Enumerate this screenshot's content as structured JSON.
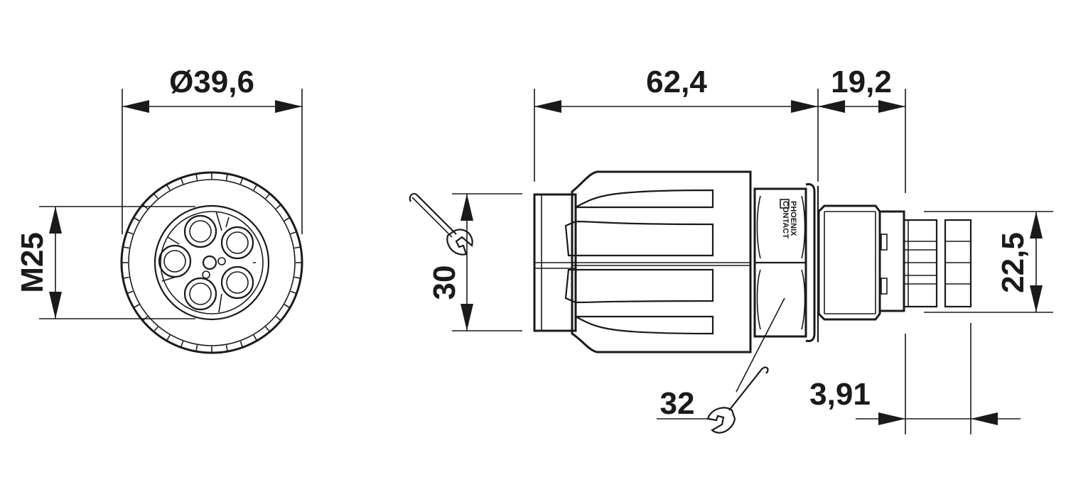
{
  "dimensions": {
    "diameter": "Ø39,6",
    "thread": "M25",
    "length_main": "62,4",
    "length_front": "19,2",
    "height": "30",
    "width_front": "22,5",
    "wrench_size": "32",
    "thread_offset": "3,91"
  },
  "brand": {
    "line1": "PHOENIX",
    "line2": "CONTACT"
  }
}
